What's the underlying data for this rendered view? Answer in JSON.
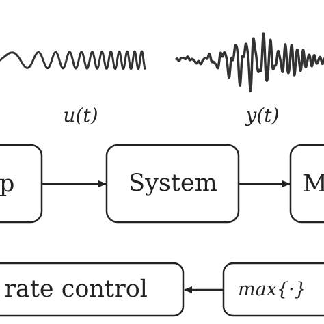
{
  "colors": {
    "stroke": "#222222",
    "wave": "#333333",
    "background": "#ffffff"
  },
  "signals": {
    "input_label": "u(t)",
    "output_label": "y(t)"
  },
  "blocks": {
    "left_fragment": "p",
    "system": "System",
    "right_fragment": "M",
    "generate": "rate control",
    "max": "max{·}"
  }
}
